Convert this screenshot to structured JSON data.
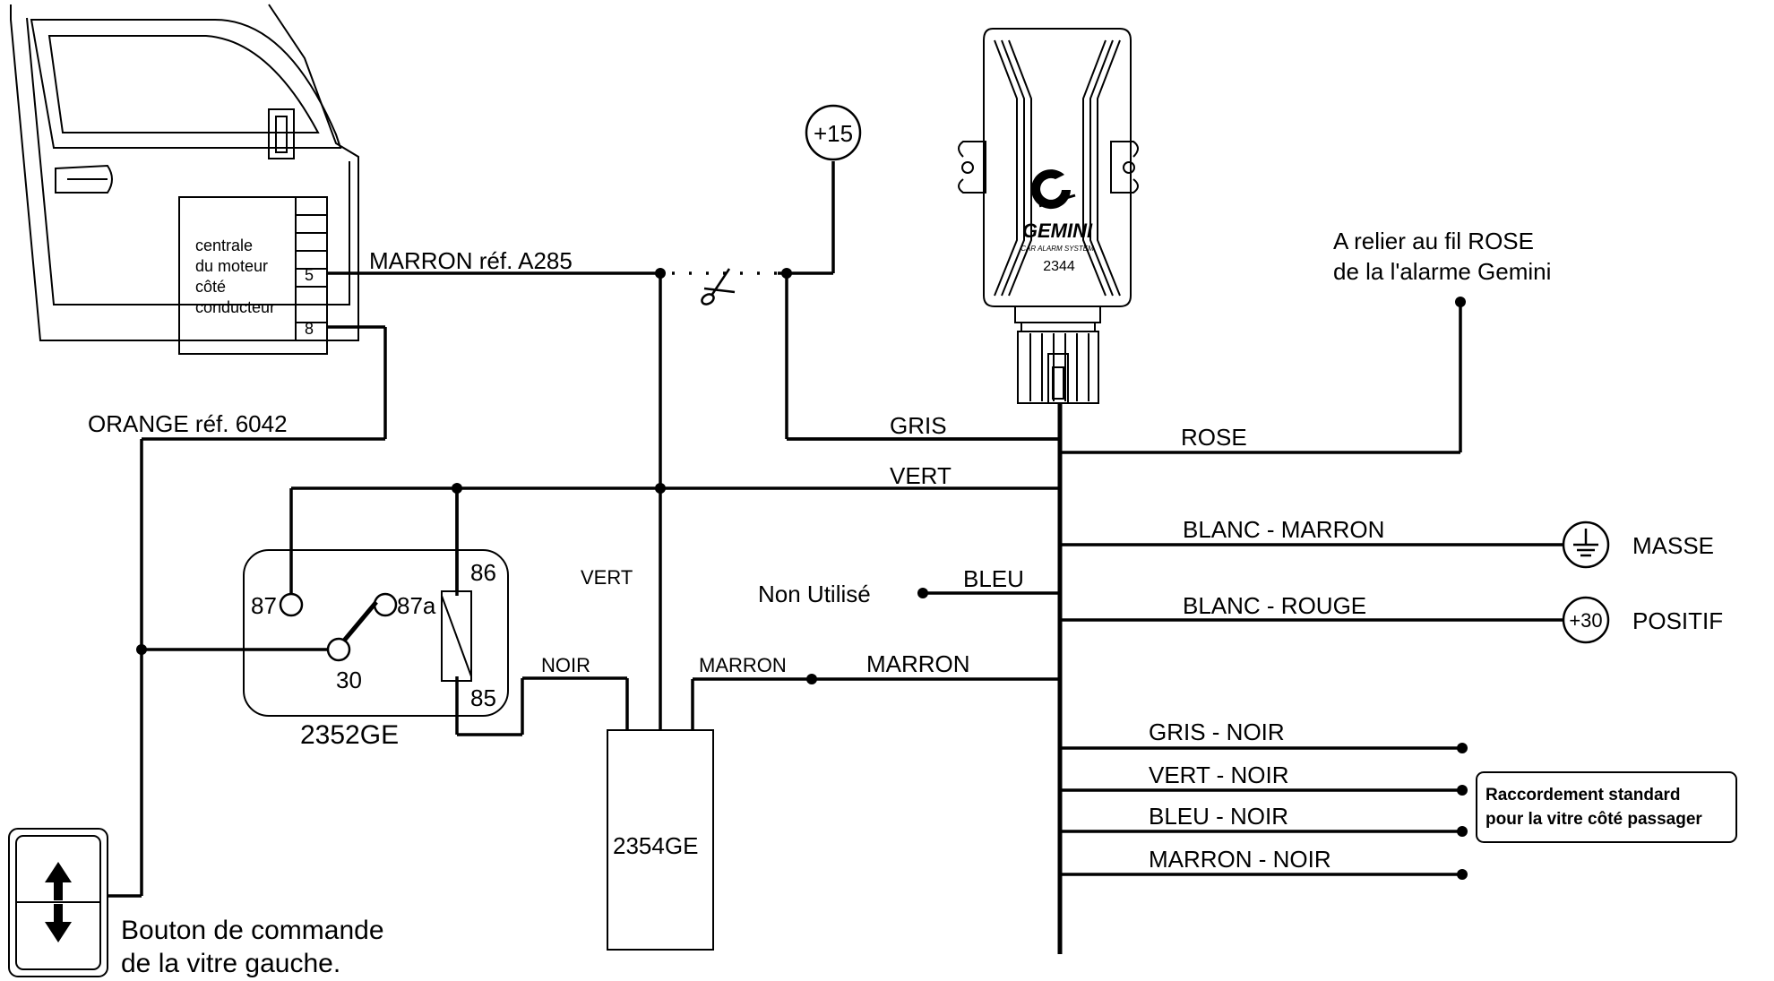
{
  "door": {
    "module_lines": [
      "centrale",
      "du moteur",
      "côté",
      "conducteur"
    ],
    "pin_5": "5",
    "pin_8": "8"
  },
  "wires_left": {
    "marron_ref": "MARRON réf. A285",
    "orange_ref": "ORANGE réf. 6042",
    "plus15": "+15",
    "vert_vertical": "VERT",
    "noir": "NOIR",
    "marron_small": "MARRON"
  },
  "relay": {
    "name": "2352GE",
    "pin_86": "86",
    "pin_87": "87",
    "pin_87a": "87a",
    "pin_30": "30",
    "pin_85": "85"
  },
  "module_2354": {
    "name": "2354GE"
  },
  "gemini": {
    "brand": "GEMINI",
    "tagline": "CAR ALARM SYSTEM",
    "model": "2344"
  },
  "harness": {
    "gris": "GRIS",
    "rose": "ROSE",
    "vert": "VERT",
    "blanc_marron": "BLANC - MARRON",
    "bleu": "BLEU",
    "blanc_rouge": "BLANC - ROUGE",
    "marron": "MARRON",
    "gris_noir": "GRIS - NOIR",
    "vert_noir": "VERT - NOIR",
    "bleu_noir": "BLEU - NOIR",
    "marron_noir": "MARRON - NOIR"
  },
  "notes": {
    "relier_line1": "A relier au fil ROSE",
    "relier_line2": "de la l'alarme Gemini",
    "non_utilise": "Non Utilisé",
    "masse": "MASSE",
    "plus30": "+30",
    "positif": "POSITIF",
    "raccord_line1": "Raccordement standard",
    "raccord_line2": "pour la vitre côté passager",
    "bouton_line1": "Bouton de commande",
    "bouton_line2": "de la vitre gauche."
  }
}
